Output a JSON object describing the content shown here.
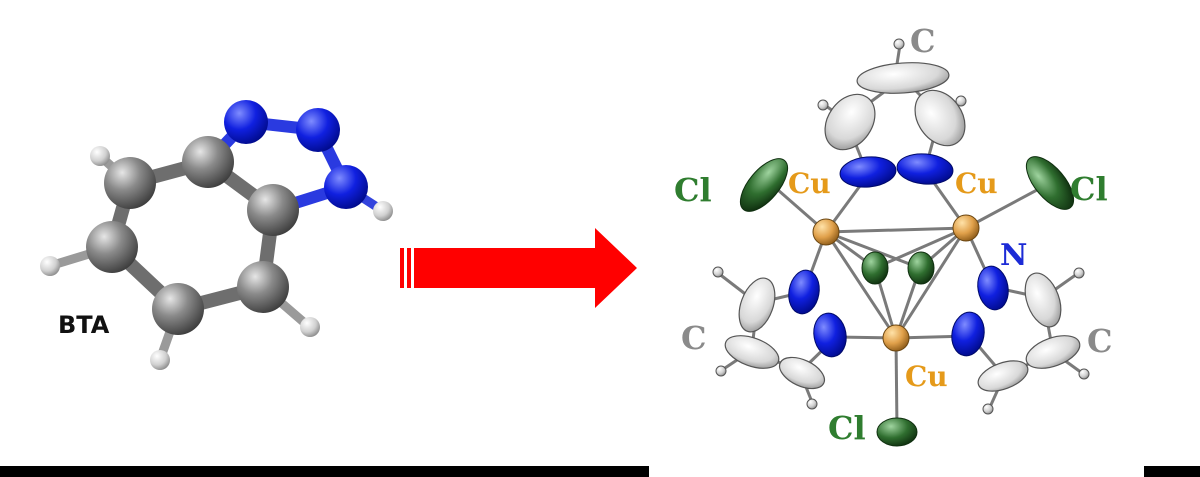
{
  "molecule_label": "BTA",
  "atom_labels": {
    "carbon_top": "C",
    "carbon_left": "C",
    "carbon_right": "C",
    "chlorine_left": "Cl",
    "chlorine_right": "Cl",
    "chlorine_bottom": "Cl",
    "copper_left": "Cu",
    "copper_right": "Cu",
    "copper_bottom": "Cu",
    "nitrogen": "N"
  },
  "colors": {
    "carbon": "#8c8c8c",
    "hydrogen": "#e8e8e8",
    "nitrogen": "#0a14e6",
    "copper": "#e8a43c",
    "chlorine": "#2c6a2c",
    "arrow": "#ff0000",
    "label_c": "#8a8a8a",
    "label_cl": "#2f7d2f",
    "label_cu": "#e59a1a",
    "label_n": "#1c2bd6",
    "bar": "#000000"
  }
}
